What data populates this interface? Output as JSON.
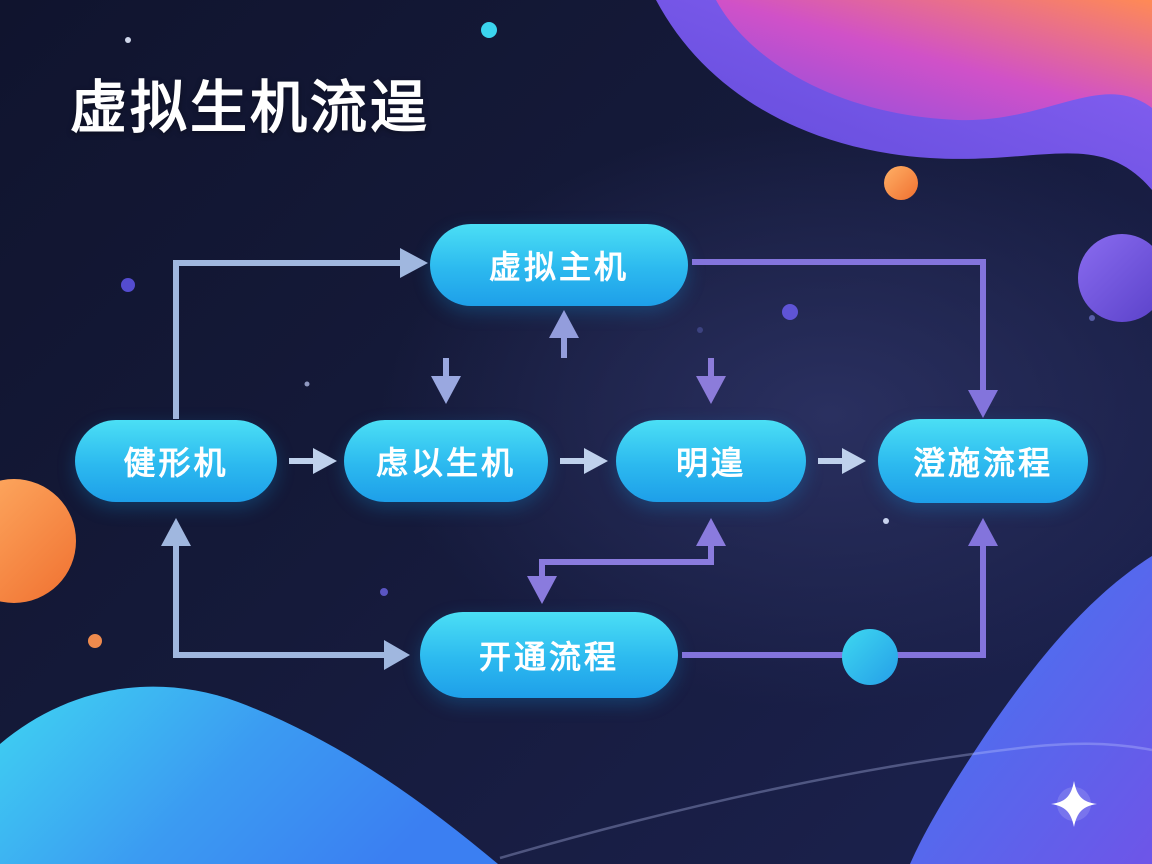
{
  "slide": {
    "title": "虚拟生机流逞"
  },
  "diagram": {
    "nodes": {
      "host": {
        "label": "虚拟主机"
      },
      "health": {
        "label": "健形机"
      },
      "vmachine": {
        "label": "虑以生机"
      },
      "decide": {
        "label": "明遑"
      },
      "implement": {
        "label": "澄施流程"
      },
      "provision": {
        "label": "开通流程"
      }
    },
    "edges": [
      {
        "from": "健形机",
        "to": "虚拟主机",
        "arrows": "forward"
      },
      {
        "from": "虚拟主机",
        "to": "澄施流程",
        "arrows": "forward"
      },
      {
        "from": "虚拟主机",
        "to": "虑以生机",
        "arrows": "both"
      },
      {
        "from": "虚拟主机",
        "to": "明遑",
        "arrows": "both"
      },
      {
        "from": "健形机",
        "to": "虑以生机",
        "arrows": "forward"
      },
      {
        "from": "虑以生机",
        "to": "明遑",
        "arrows": "forward"
      },
      {
        "from": "明遑",
        "to": "澄施流程",
        "arrows": "forward"
      },
      {
        "from": "明遑",
        "to": "开通流程",
        "arrows": "both"
      },
      {
        "from": "开通流程",
        "to": "健形机",
        "arrows": "both"
      },
      {
        "from": "开通流程",
        "to": "澄施流程",
        "arrows": "forward"
      }
    ]
  },
  "colors": {
    "background_navy": "#151a3a",
    "node_gradient_top": "#4BDFF5",
    "node_gradient_bottom": "#1E9FE9",
    "node_text": "#FFFFFF",
    "title_text": "#FFFFFF",
    "arrow_light": "#A0B7DF",
    "arrow_purple": "#8374DC",
    "blob_pink": "#D051C8",
    "blob_orange": "#FF8A55",
    "wave_blue": "#3E7BF2"
  }
}
